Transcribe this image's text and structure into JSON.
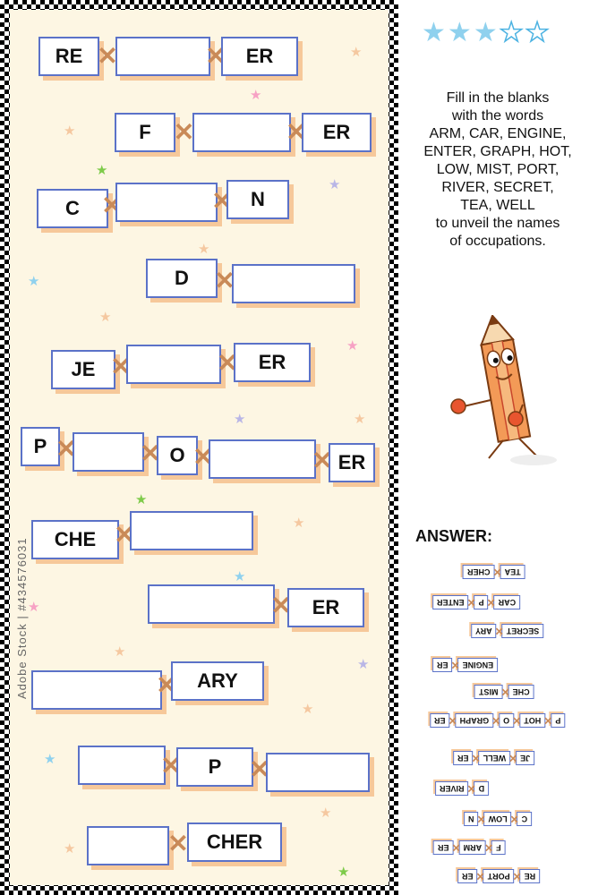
{
  "rating": {
    "filled": 3,
    "total": 5
  },
  "instructions": {
    "lines": [
      "Fill in the blanks",
      "with the words",
      "ARM, CAR, ENGINE,",
      "ENTER, GRAPH, HOT,",
      "LOW, MIST, PORT,",
      "RIVER, SECRET,",
      "TEA, WELL",
      "to unveil the names",
      "of occupations."
    ]
  },
  "stock_id": "Adobe Stock | #434576031",
  "answer": {
    "title": "ANSWER:",
    "rows": [
      [
        "TEA",
        "CHER"
      ],
      [
        "CAR",
        "P",
        "ENTER"
      ],
      [
        "SECRET",
        "ARY"
      ],
      [
        "ENGINE",
        "ER"
      ],
      [
        "CHE",
        "MIST"
      ],
      [
        "P",
        "HOT",
        "O",
        "GRAPH",
        "ER"
      ],
      [
        "JE",
        "WELL",
        "ER"
      ],
      [
        "D",
        "RIVER"
      ],
      [
        "C",
        "LOW",
        "N"
      ],
      [
        "F",
        "ARM",
        "ER"
      ],
      [
        "RE",
        "PORT",
        "ER"
      ]
    ]
  },
  "puzzle": {
    "rows": [
      [
        "RE",
        "",
        "ER"
      ],
      [
        "F",
        "",
        "ER"
      ],
      [
        "C",
        "",
        "N"
      ],
      [
        "D",
        ""
      ],
      [
        "JE",
        "",
        "ER"
      ],
      [
        "P",
        "",
        "O",
        "",
        "ER"
      ],
      [
        "CHE",
        ""
      ],
      [
        "",
        "ER"
      ],
      [
        "",
        "ARY"
      ],
      [
        "",
        "P",
        ""
      ],
      [
        "",
        "CHER"
      ]
    ]
  },
  "colors": {
    "tile_border": "#5b72c8",
    "tile_shadow": "#f6c89a",
    "joint": "#c98a58",
    "board_bg": "#fdf6e3",
    "star_full": "#8fd1ee"
  }
}
